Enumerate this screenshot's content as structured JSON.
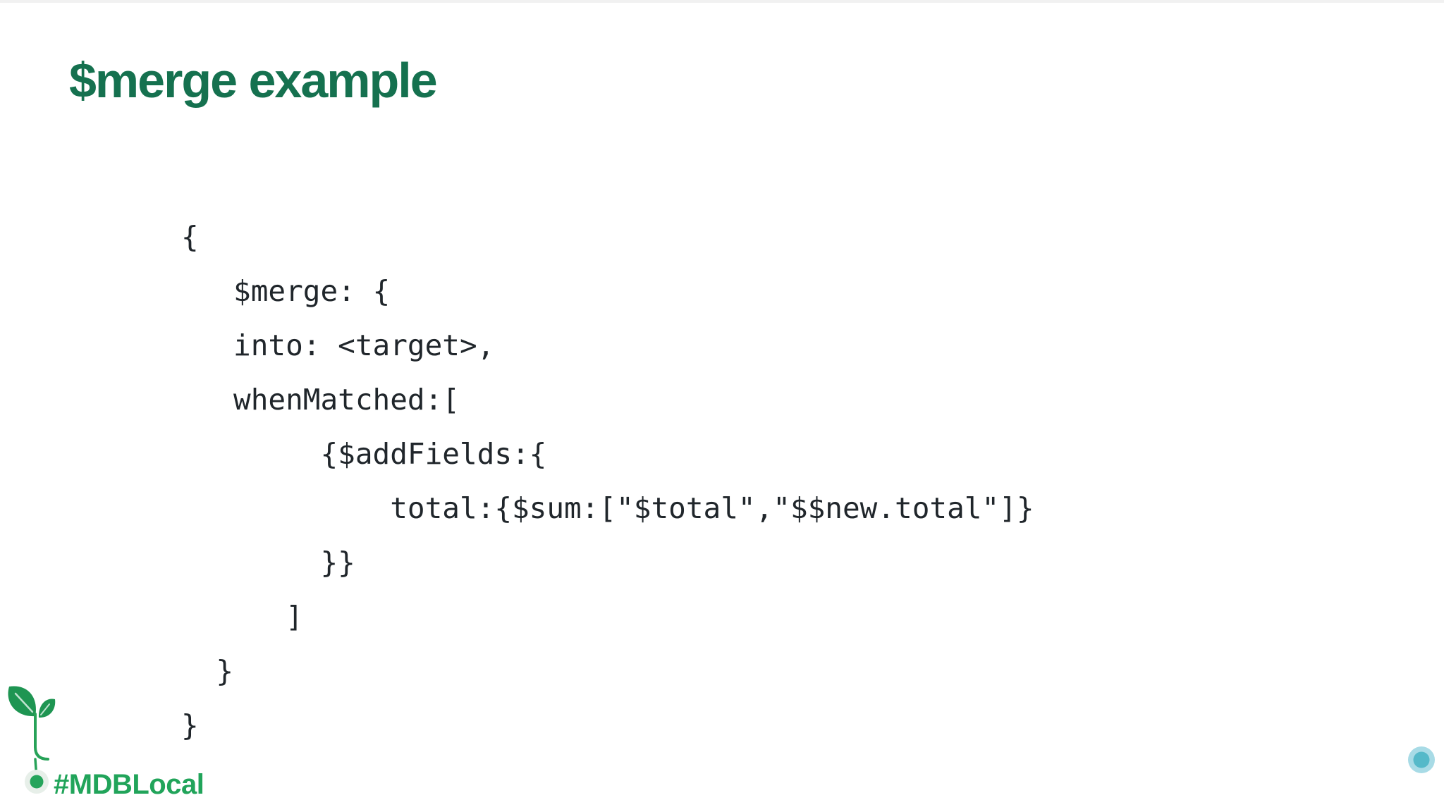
{
  "slide": {
    "title": "$merge example",
    "footer": {
      "hashtag": "#MDBLocal"
    }
  },
  "code_block": {
    "lines": [
      "{",
      "   $merge: {",
      "   into: <target>,",
      "   whenMatched:[",
      "        {$addFields:{",
      "            total:{$sum:[\"$total\",\"$$new.total\"]}",
      "        }}",
      "      ]",
      "  }",
      "}"
    ]
  },
  "icons": {
    "sprout": "sprout-icon",
    "left_dot": "green-dot-icon",
    "right_dot": "teal-dot-icon"
  },
  "colors": {
    "title_green": "#15714f",
    "brand_green": "#25a45b",
    "leaf_green": "#1e9552",
    "code_text": "#20262b",
    "rule_green": "#29a35a",
    "rule_teal": "#52b8c8",
    "teal_dot": "#55b9c9",
    "teal_halo": "#a8dbe6",
    "green_dot_halo": "#e7efe9",
    "background": "#ffffff"
  }
}
